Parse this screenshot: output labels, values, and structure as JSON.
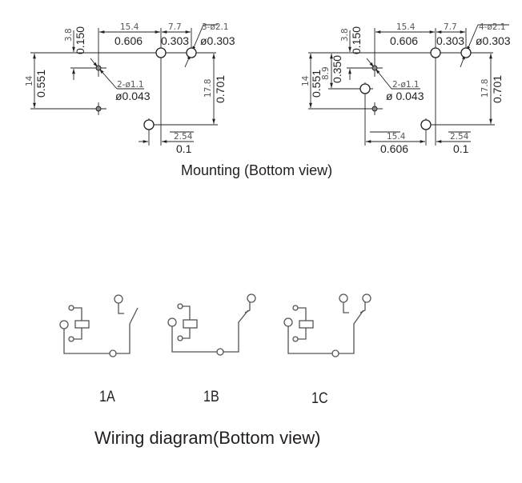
{
  "mounting": {
    "caption": "Mounting (Bottom view)",
    "view_left": {
      "pitch_top_a_mm": "15.4",
      "pitch_top_a_in": "0.606",
      "pitch_top_b_mm": "7.7",
      "pitch_top_b_in": "0.303",
      "hole_large_mm": "3-ø2.1",
      "hole_large_in": "ø0.303",
      "offset_mm": "3.8",
      "offset_in": "0.150",
      "height_mm": "14",
      "height_in": "0.551",
      "hole_small_mm": "2-ø1.1",
      "hole_small_in": "ø0.043",
      "right_mm": "17.8",
      "right_in": "0.701",
      "bottom_mm": "2.54",
      "bottom_in": "0.1"
    },
    "view_right": {
      "pitch_top_a_mm": "15.4",
      "pitch_top_a_in": "0.606",
      "pitch_top_b_mm": "7.7",
      "pitch_top_b_in": "0.303",
      "hole_large_mm": "4-ø2.1",
      "hole_large_in": "ø0.303",
      "offset_mm": "3.8",
      "offset_in": "0.150",
      "mid_mm": "8.9",
      "mid_in": "0.350",
      "height_mm": "14",
      "height_in": "0.551",
      "hole_small_mm": "2-ø1.1",
      "hole_small_in": "ø 0.043",
      "right_mm": "17.8",
      "right_in": "0.701",
      "bottom_left_mm": "15.4",
      "bottom_left_in": "0.606",
      "bottom_mm": "2.54",
      "bottom_in": "0.1"
    }
  },
  "wiring": {
    "caption": "Wiring diagram(Bottom view)",
    "types": [
      {
        "label": "1A",
        "contact": "normally-open"
      },
      {
        "label": "1B",
        "contact": "normally-closed"
      },
      {
        "label": "1C",
        "contact": "changeover"
      }
    ]
  }
}
